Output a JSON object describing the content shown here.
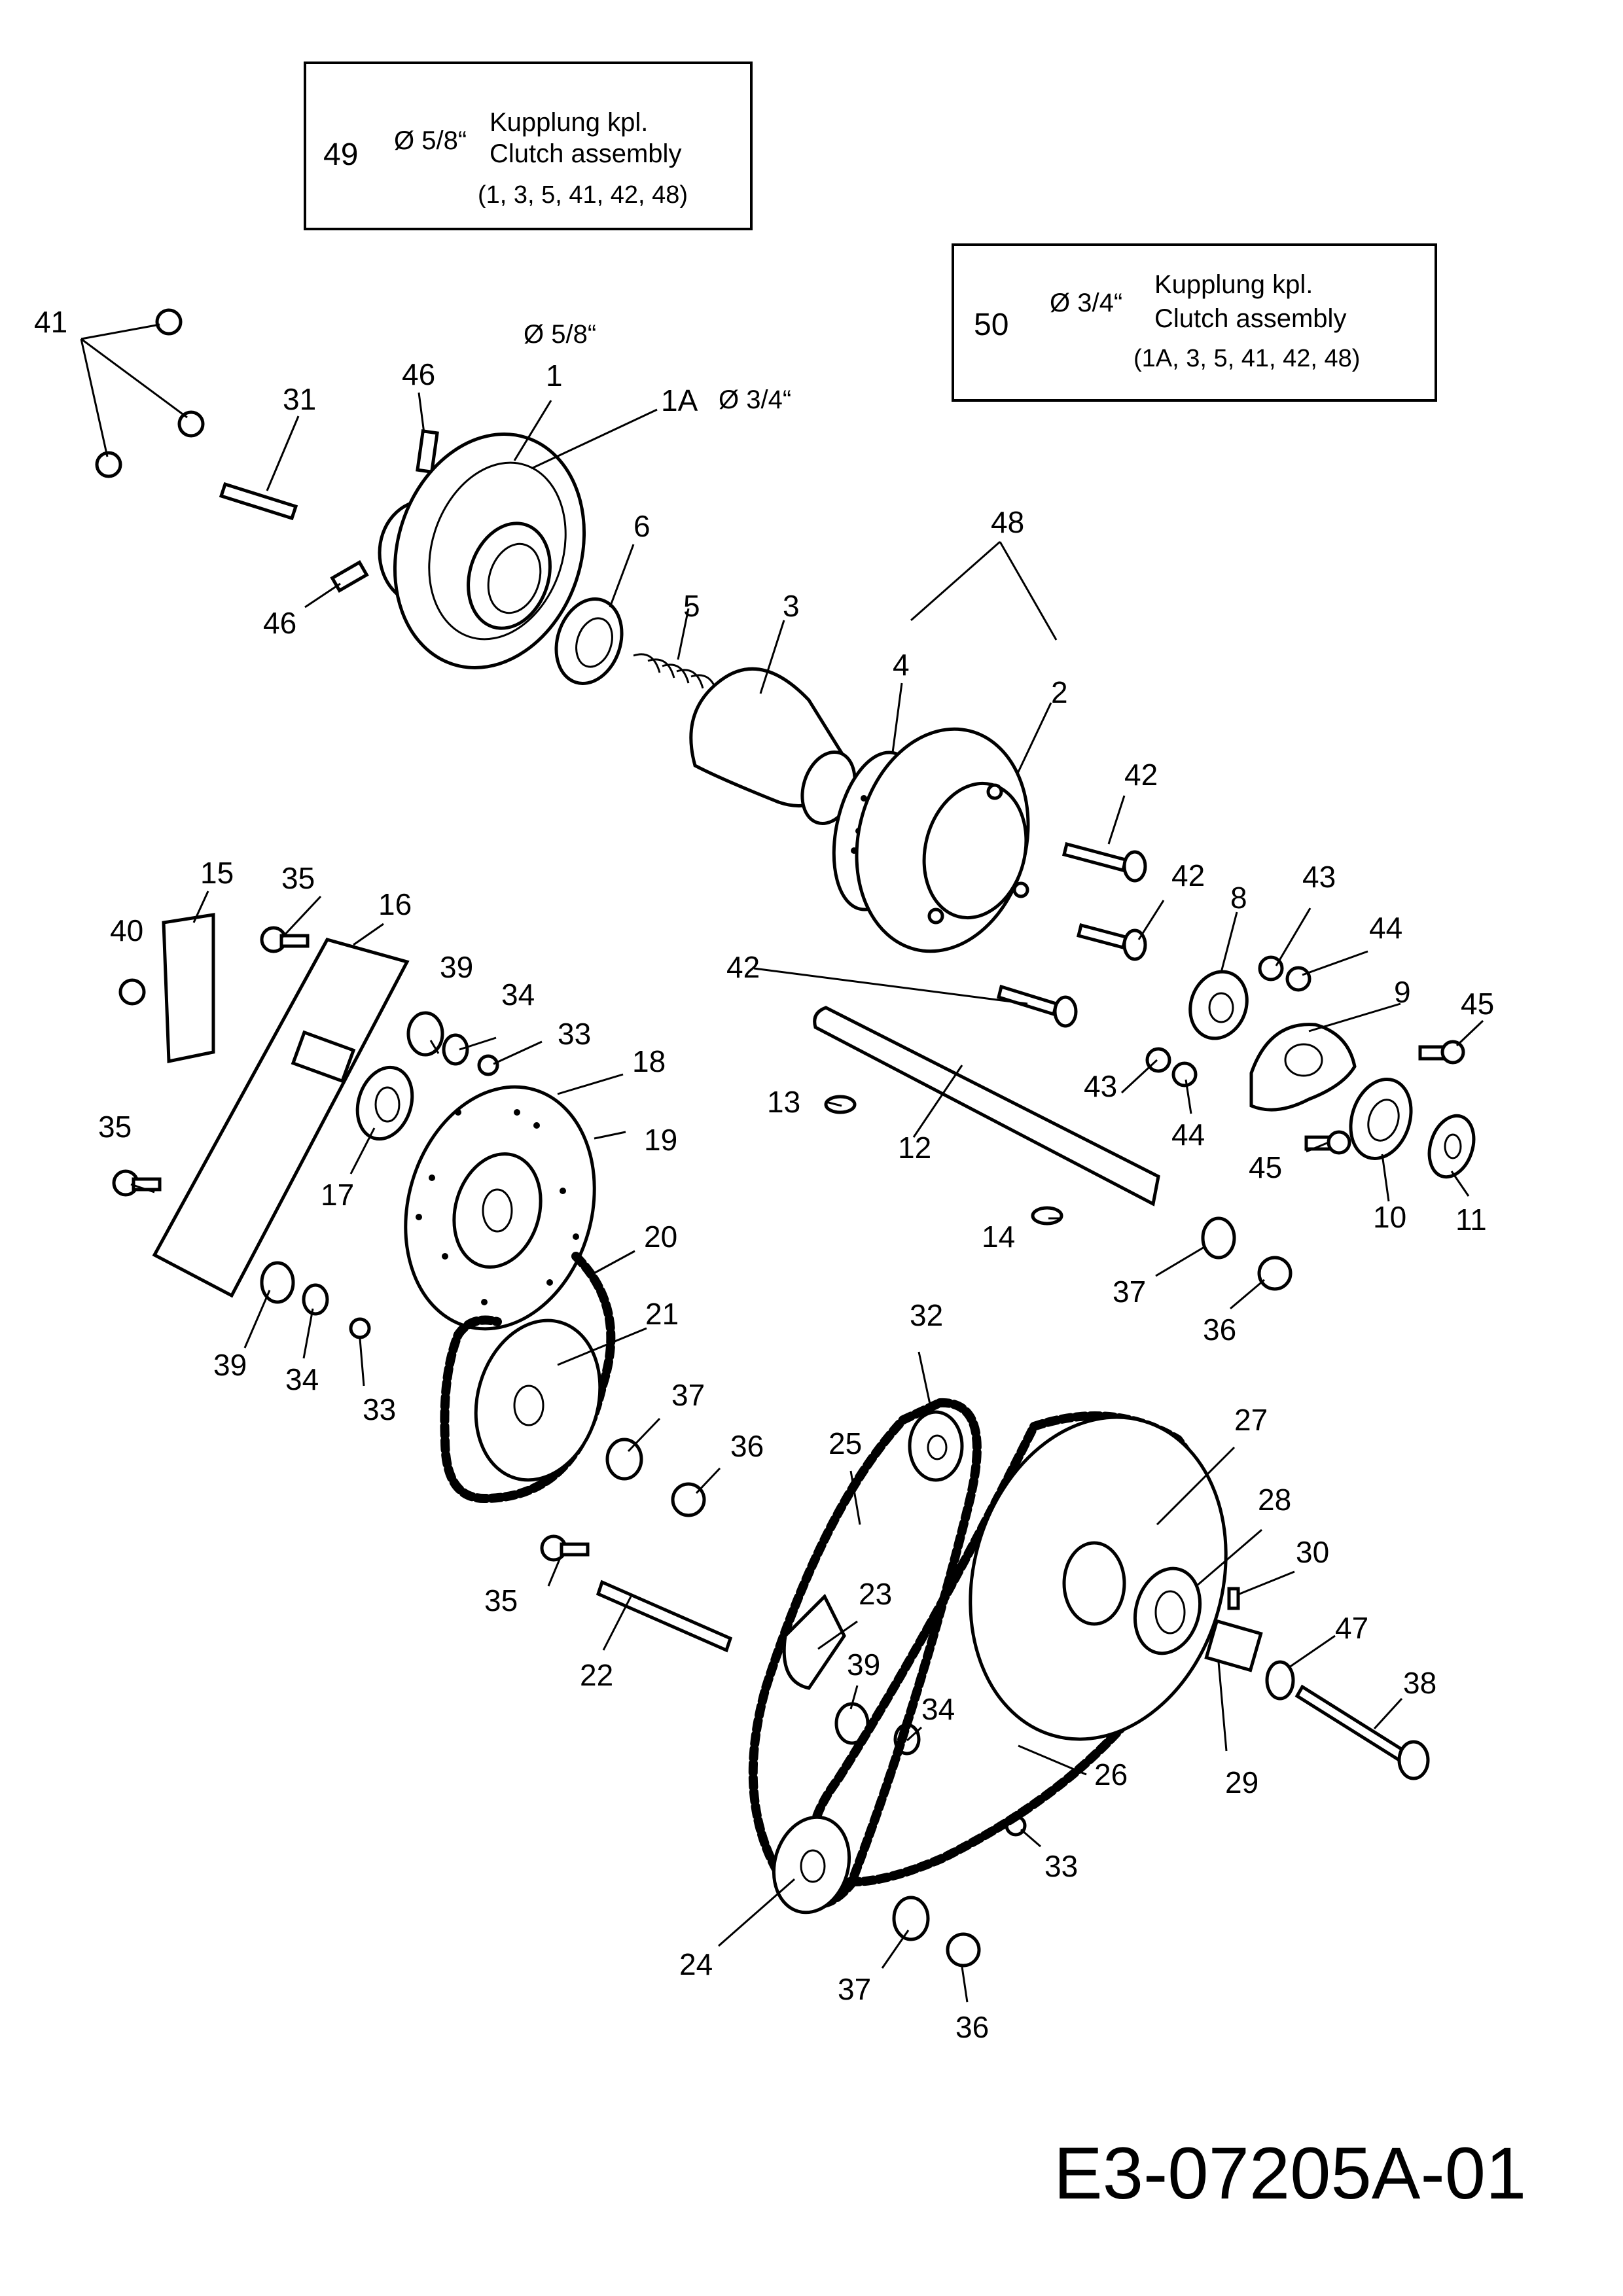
{
  "info_boxes": [
    {
      "number": "49",
      "diameter": "Ø 5/8“",
      "title_de": "Kupplung kpl.",
      "title_en": "Clutch assembly",
      "parts": "(1, 3, 5, 41, 42, 48)"
    },
    {
      "number": "50",
      "diameter": "Ø 3/4“",
      "title_de": "Kupplung kpl.",
      "title_en": "Clutch assembly",
      "parts": "(1A, 3, 5, 41, 42, 48)"
    }
  ],
  "variant_notes": {
    "d58": "Ø 5/8“",
    "d34": "Ø 3/4“"
  },
  "document_id": "E3-07205A-01",
  "part_labels": [
    {
      "id": "p41",
      "text": "41"
    },
    {
      "id": "p31",
      "text": "31"
    },
    {
      "id": "p46a",
      "text": "46"
    },
    {
      "id": "p1",
      "text": "1"
    },
    {
      "id": "p1a",
      "text": "1A"
    },
    {
      "id": "p46b",
      "text": "46"
    },
    {
      "id": "p6",
      "text": "6"
    },
    {
      "id": "p5",
      "text": "5"
    },
    {
      "id": "p3",
      "text": "3"
    },
    {
      "id": "p48",
      "text": "48"
    },
    {
      "id": "p4",
      "text": "4"
    },
    {
      "id": "p2",
      "text": "2"
    },
    {
      "id": "p42a",
      "text": "42"
    },
    {
      "id": "p42b",
      "text": "42"
    },
    {
      "id": "p42c",
      "text": "42"
    },
    {
      "id": "p15",
      "text": "15"
    },
    {
      "id": "p35a",
      "text": "35"
    },
    {
      "id": "p16",
      "text": "16"
    },
    {
      "id": "p40",
      "text": "40"
    },
    {
      "id": "p39a",
      "text": "39"
    },
    {
      "id": "p34a",
      "text": "34"
    },
    {
      "id": "p33a",
      "text": "33"
    },
    {
      "id": "p18",
      "text": "18"
    },
    {
      "id": "p19",
      "text": "19"
    },
    {
      "id": "p8",
      "text": "8"
    },
    {
      "id": "p43a",
      "text": "43"
    },
    {
      "id": "p44a",
      "text": "44"
    },
    {
      "id": "p9",
      "text": "9"
    },
    {
      "id": "p45a",
      "text": "45"
    },
    {
      "id": "p13",
      "text": "13"
    },
    {
      "id": "p12",
      "text": "12"
    },
    {
      "id": "p43b",
      "text": "43"
    },
    {
      "id": "p44b",
      "text": "44"
    },
    {
      "id": "p45b",
      "text": "45"
    },
    {
      "id": "p10",
      "text": "10"
    },
    {
      "id": "p11",
      "text": "11"
    },
    {
      "id": "p35b",
      "text": "35"
    },
    {
      "id": "p17",
      "text": "17"
    },
    {
      "id": "p20",
      "text": "20"
    },
    {
      "id": "p14",
      "text": "14"
    },
    {
      "id": "p37a",
      "text": "37"
    },
    {
      "id": "p36a",
      "text": "36"
    },
    {
      "id": "p21",
      "text": "21"
    },
    {
      "id": "p39b",
      "text": "39"
    },
    {
      "id": "p34b",
      "text": "34"
    },
    {
      "id": "p33b",
      "text": "33"
    },
    {
      "id": "p32",
      "text": "32"
    },
    {
      "id": "p37b",
      "text": "37"
    },
    {
      "id": "p36b",
      "text": "36"
    },
    {
      "id": "p25",
      "text": "25"
    },
    {
      "id": "p27",
      "text": "27"
    },
    {
      "id": "p28",
      "text": "28"
    },
    {
      "id": "p35c",
      "text": "35"
    },
    {
      "id": "p23",
      "text": "23"
    },
    {
      "id": "p30",
      "text": "30"
    },
    {
      "id": "p22",
      "text": "22"
    },
    {
      "id": "p47",
      "text": "47"
    },
    {
      "id": "p39c",
      "text": "39"
    },
    {
      "id": "p38",
      "text": "38"
    },
    {
      "id": "p34c",
      "text": "34"
    },
    {
      "id": "p26",
      "text": "26"
    },
    {
      "id": "p29",
      "text": "29"
    },
    {
      "id": "p33c",
      "text": "33"
    },
    {
      "id": "p24",
      "text": "24"
    },
    {
      "id": "p37c",
      "text": "37"
    },
    {
      "id": "p36c",
      "text": "36"
    }
  ]
}
